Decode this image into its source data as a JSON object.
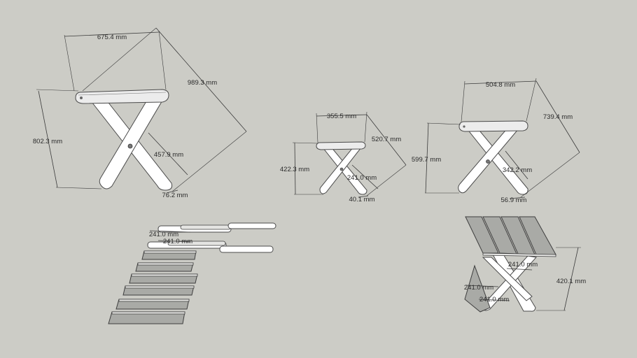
{
  "colors": {
    "background": "#ccccc6",
    "wood": "#ffffff",
    "slat": "#a9aaa6",
    "dimension_line": "#3a3a3a"
  },
  "stool_large": {
    "width": "675.4 mm",
    "depth": "989.3 mm",
    "height": "802.3 mm",
    "leg": "457.9 mm",
    "thickness": "76.2 mm"
  },
  "stool_small": {
    "width": "355.5 mm",
    "depth": "520.7 mm",
    "height": "422.3 mm",
    "leg": "241.0 mm",
    "thickness": "40.1 mm"
  },
  "stool_medium": {
    "width": "504.8 mm",
    "depth": "739.4 mm",
    "height": "599.7 mm",
    "leg": "342.2 mm",
    "thickness": "56.9 mm"
  },
  "parts_layout": {
    "dim_a": "241.0 mm",
    "dim_b": "241.0 mm"
  },
  "folded_stool": {
    "dim_a": "241.0 mm",
    "dim_b": "241.0 mm",
    "dim_c": "241.0 mm",
    "height": "420.1 mm"
  }
}
